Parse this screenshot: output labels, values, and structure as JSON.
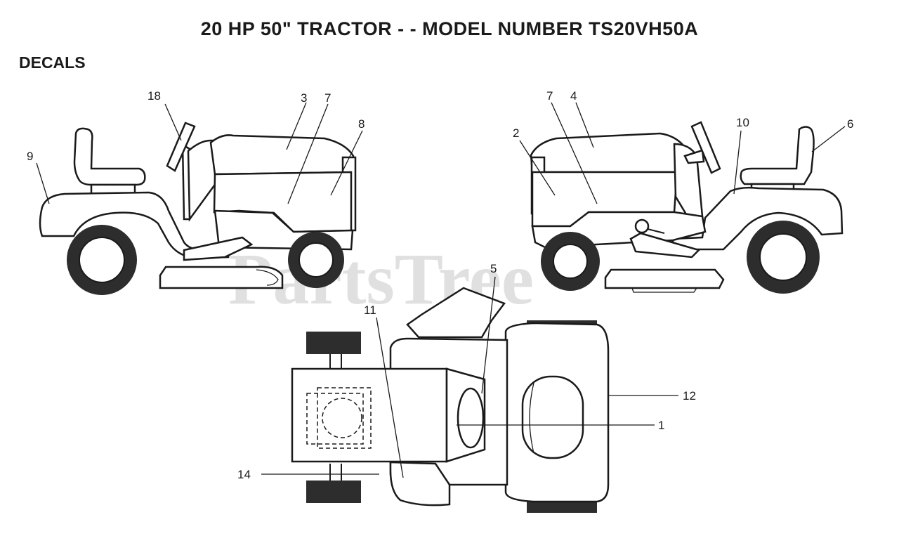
{
  "title": "20 HP 50\" TRACTOR - - MODEL NUMBER TS20VH50A",
  "section": "DECALS",
  "watermark": "PartsTree",
  "callouts": {
    "c1": "1",
    "c2": "2",
    "c3": "3",
    "c4": "4",
    "c5": "5",
    "c6": "6",
    "c7_left": "7",
    "c7_right": "7",
    "c8": "8",
    "c9": "9",
    "c10": "10",
    "c11": "11",
    "c12": "12",
    "c14": "14",
    "c18": "18"
  }
}
